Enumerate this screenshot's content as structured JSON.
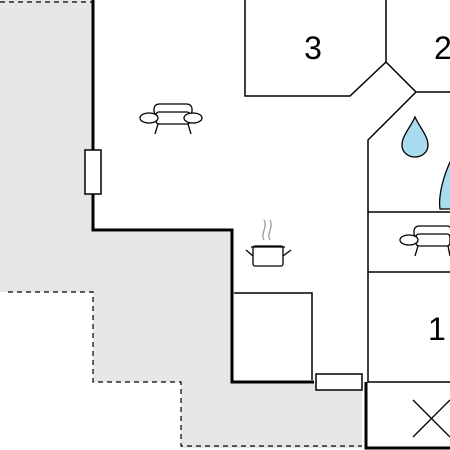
{
  "floorplan": {
    "rooms": [
      {
        "label": "3"
      },
      {
        "label": "2"
      },
      {
        "label": "1"
      }
    ],
    "icons": {
      "sofa_living": "sofa-icon",
      "sofa_small": "sofa-icon",
      "kitchen": "cooking-pot-icon",
      "water_drop": "water-drop-icon",
      "bath_shape": "bathtub-icon",
      "cross": "cross-icon"
    },
    "colors": {
      "terrace": "#e6e6e6",
      "walls": "#000000",
      "water": "#aadcef",
      "background": "#ffffff"
    }
  }
}
